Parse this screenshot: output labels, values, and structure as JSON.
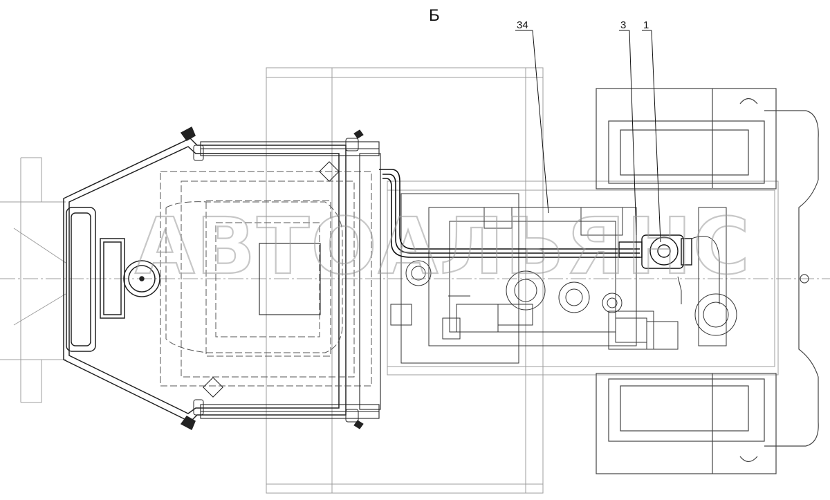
{
  "view_label": "Б",
  "callouts": [
    {
      "label": "34"
    },
    {
      "label": "3"
    },
    {
      "label": "1"
    }
  ],
  "watermark": "АВТОАЛЬЯНС",
  "colors": {
    "line": "#222222",
    "thin": "#888888",
    "hidden": "#555555"
  }
}
